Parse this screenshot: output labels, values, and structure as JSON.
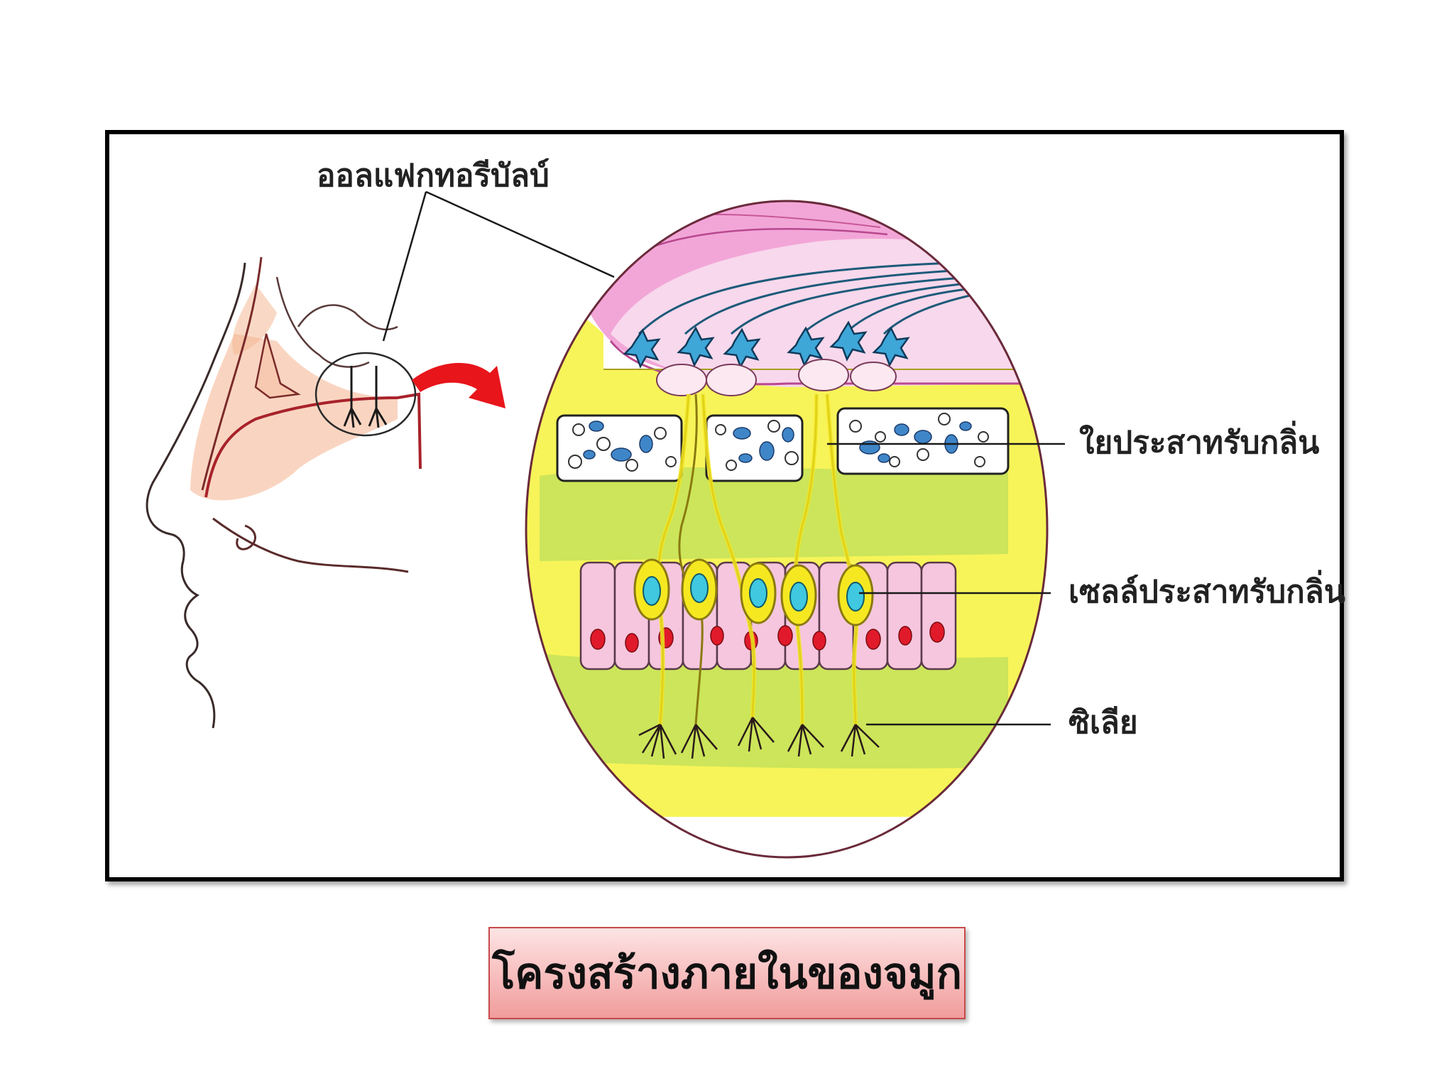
{
  "labels": {
    "olfactory_bulb": "ออลแฟกทอรีบัลบ์",
    "olfactory_nerve_fiber": "ใยประสาทรับกลิ่น",
    "olfactory_receptor_cell": "เซลล์ประสาทรับกลิ่น",
    "cilia": "ซิเลีย"
  },
  "caption": {
    "text": "โครงสร้างภายในของจมูก"
  },
  "colors": {
    "frame_border": "#000000",
    "bulb_pink": "#f2a6d8",
    "mucosa_yellow": "#f6f23c",
    "tissue_green": "#c6e35a",
    "neuron_blue": "#3fa6d8",
    "nucleus_red": "#e01a2a",
    "arrow_red": "#e8151b",
    "cell_pink": "#f5c6de",
    "skin_peach": "#f4b38e",
    "caption_fill": "#f7bcbc",
    "caption_border": "#c84a4a"
  },
  "icons": {
    "zoom_arrow": "curved-arrow-icon"
  }
}
